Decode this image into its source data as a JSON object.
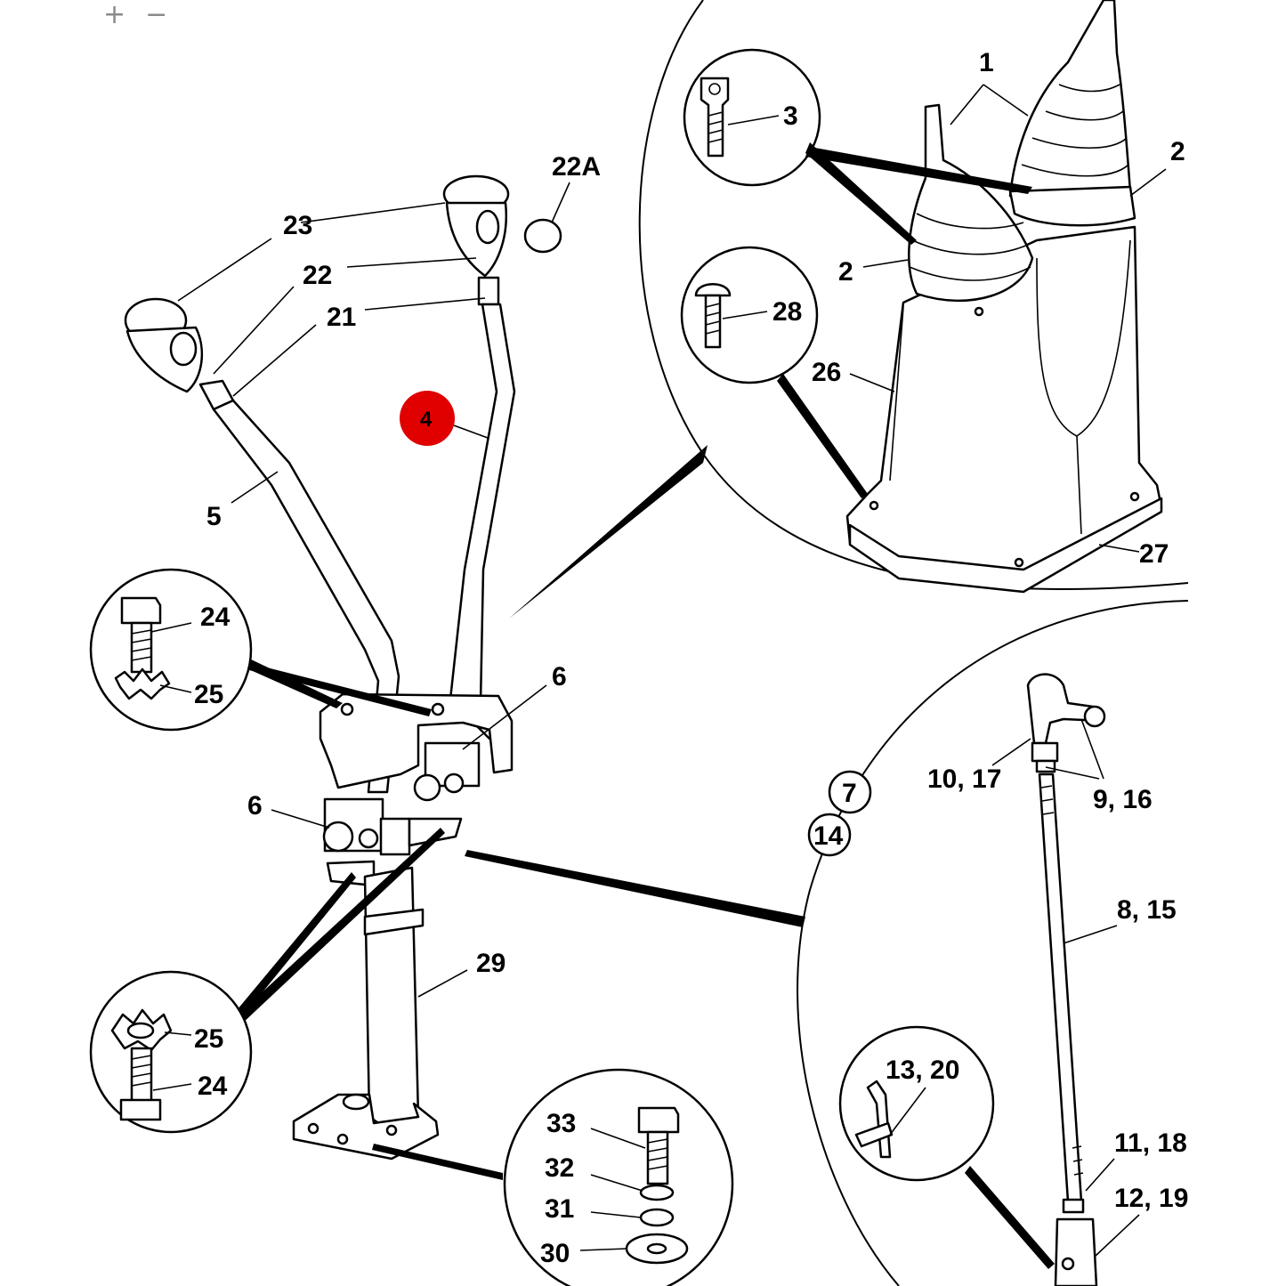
{
  "toolbar": {
    "zoom_in": "+",
    "zoom_out": "−"
  },
  "hotspot": {
    "label": "4",
    "color": "#e00000"
  },
  "callouts": {
    "c1": "1",
    "c2a": "2",
    "c2b": "2",
    "c3": "3",
    "c5": "5",
    "c6a": "6",
    "c6b": "6",
    "c7": "7",
    "c8_15": "8, 15",
    "c9_16": "9, 16",
    "c10_17": "10, 17",
    "c11_18": "11, 18",
    "c12_19": "12, 19",
    "c13_20": "13, 20",
    "c14": "14",
    "c21": "21",
    "c22": "22",
    "c22a": "22A",
    "c23": "23",
    "c24a": "24",
    "c24b": "24",
    "c25a": "25",
    "c25b": "25",
    "c26": "26",
    "c27": "27",
    "c28": "28",
    "c29": "29",
    "c30": "30",
    "c31": "31",
    "c32": "32",
    "c33": "33"
  }
}
